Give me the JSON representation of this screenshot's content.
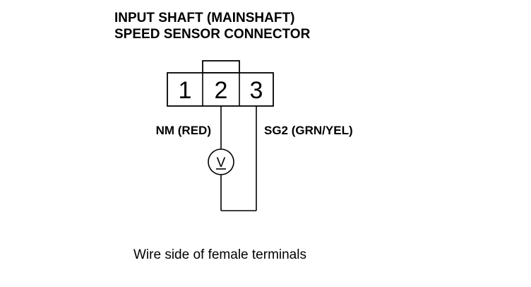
{
  "title": {
    "line1": "INPUT SHAFT (MAINSHAFT)",
    "line2": "SPEED SENSOR CONNECTOR"
  },
  "connector": {
    "pins": [
      "1",
      "2",
      "3"
    ]
  },
  "wires": {
    "left_label": "NM (RED)",
    "right_label": "SG2 (GRN/YEL)"
  },
  "meter": {
    "symbol": "V",
    "icon": "voltmeter-icon"
  },
  "caption": "Wire side of female terminals",
  "colors": {
    "ink": "#000000",
    "paper": "#ffffff"
  }
}
